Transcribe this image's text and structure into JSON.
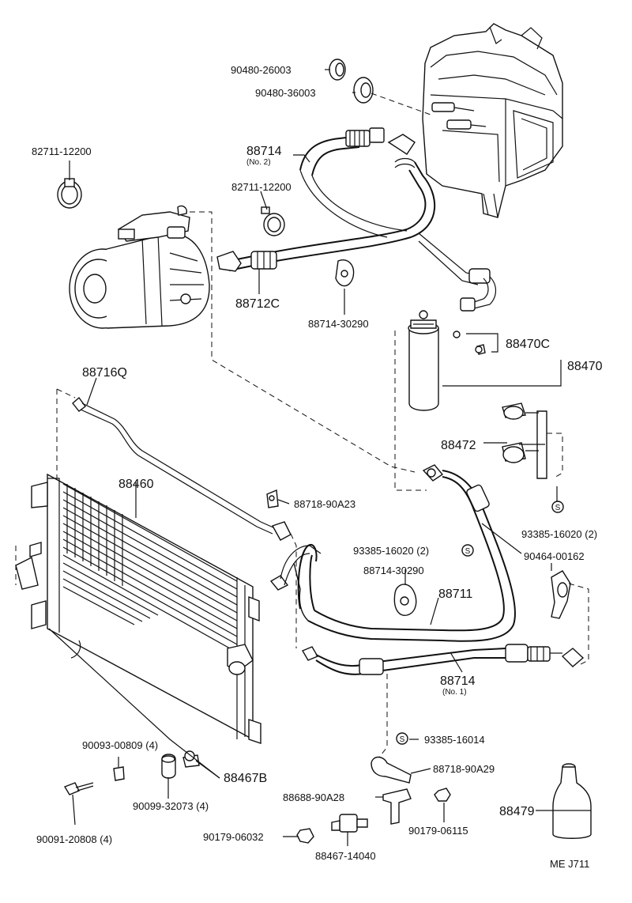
{
  "diagram": {
    "footer_code": "ME  J711",
    "labels": {
      "grommet_a": "90480-26003",
      "grommet_b": "90480-36003",
      "clamp_top_left": "82711-12200",
      "clamp_mid": "82711-12200",
      "hose_no2": "88714",
      "hose_no2_sub": "(No. 2)",
      "hose_88712c": "88712C",
      "clip_upper": "88714-30290",
      "part_88470c": "88470C",
      "receiver": "88470",
      "tube_88716q": "88716Q",
      "bracket_88472": "88472",
      "condenser": "88460",
      "bolt_88718_90a23": "88718-90A23",
      "bolt_s_right": "93385-16020 (2)",
      "bolt_s_mid": "93385-16020 (2)",
      "clamp_90464": "90464-00162",
      "clip_lower": "88714-30290",
      "hose_88711": "88711",
      "hose_no1": "88714",
      "hose_no1_sub": "(No. 1)",
      "screw_90093": "90093-00809 (4)",
      "bolt_93385_16014": "93385-16014",
      "clamp_88718_90a29": "88718-90A29",
      "part_88467b": "88467B",
      "cushion_90099": "90099-32073 (4)",
      "bracket_88688": "88688-90A28",
      "gas_88479": "88479",
      "bolt_90091": "90091-20808 (4)",
      "nut_90179_06115": "90179-06115",
      "nut_90179_06032": "90179-06032",
      "switch_88467": "88467-14040"
    },
    "callouts": [
      "S",
      "S",
      "S"
    ]
  }
}
